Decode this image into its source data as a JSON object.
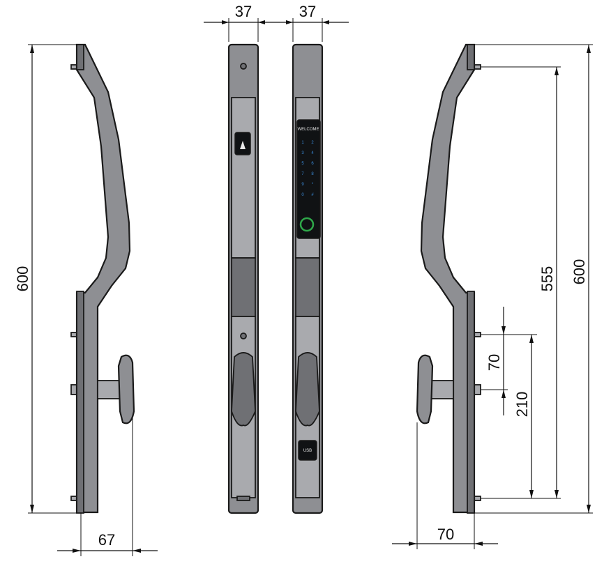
{
  "dimensions": {
    "front_width_1": "37",
    "front_width_2": "37",
    "left_height": "600",
    "left_depth": "67",
    "right_hole_spacing": "555",
    "right_height": "600",
    "right_small_spacing": "70",
    "right_mid_spacing": "210",
    "right_depth": "70"
  },
  "panel": {
    "welcome_label": "WELCOME",
    "keypad": [
      "1",
      "2",
      "3",
      "4",
      "5",
      "6",
      "7",
      "8",
      "9",
      "*",
      "0",
      "#"
    ],
    "usb_label": "USB"
  },
  "colors": {
    "body": "#8e8f93",
    "panel": "#101214",
    "accent_ring": "#2fa84a",
    "key_color": "#3a8ad8"
  }
}
